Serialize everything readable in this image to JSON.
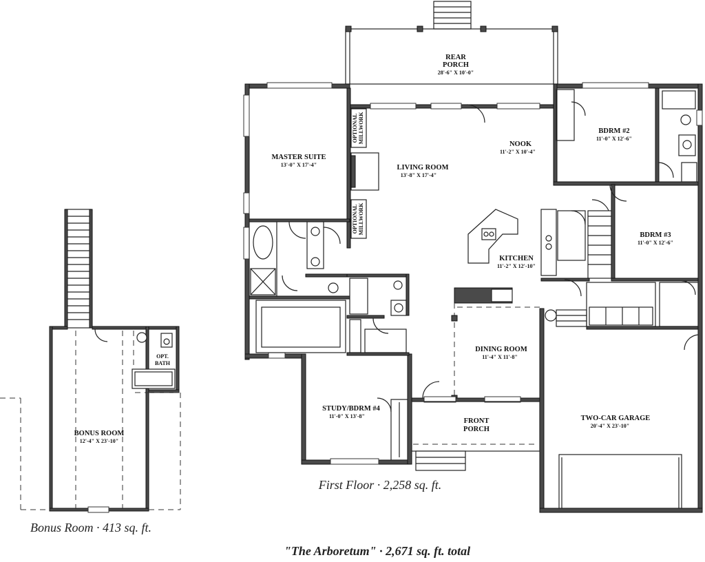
{
  "plan_title": "\"The Arboretum\" · 2,671 sq. ft. total",
  "first_floor_caption": "First Floor · 2,258 sq. ft.",
  "bonus_caption": "Bonus Room · 413 sq. ft.",
  "rooms": {
    "rear_porch": {
      "name1": "REAR",
      "name2": "PORCH",
      "dims": "28'-6\" X 10'-0\""
    },
    "master_suite": {
      "name": "MASTER SUITE",
      "dims": "13'-0\" X 17'-4\""
    },
    "living_room": {
      "name": "LIVING ROOM",
      "dims": "13'-8\" X 17'-4\""
    },
    "nook": {
      "name": "NOOK",
      "dims": "11'-2\" X 10'-4\""
    },
    "bdrm2": {
      "name": "BDRM #2",
      "dims": "11'-0\" X 12'-6\""
    },
    "bdrm3": {
      "name": "BDRM #3",
      "dims": "11'-0\" X 12'-6\""
    },
    "kitchen": {
      "name": "KITCHEN",
      "dims": "11'-2\" X 12'-10\""
    },
    "dining_room": {
      "name": "DINING ROOM",
      "dims": "11'-4\" X 11'-8\""
    },
    "study": {
      "name": "STUDY/BDRM #4",
      "dims": "11'-0\" X 13'-8\""
    },
    "front_porch": {
      "name1": "FRONT",
      "name2": "PORCH"
    },
    "garage": {
      "name": "TWO-CAR GARAGE",
      "dims": "20'-4\" X 23'-10\""
    },
    "bonus_room": {
      "name": "BONUS ROOM",
      "dims": "12'-4\" X 23'-10\""
    },
    "opt_bath": {
      "name1": "OPT.",
      "name2": "BATH"
    }
  },
  "millwork": {
    "label1": "OPTIONAL",
    "label2": "MILLWORK"
  },
  "colors": {
    "wall": "#4a4a4a",
    "line": "#222222",
    "background": "#ffffff"
  }
}
